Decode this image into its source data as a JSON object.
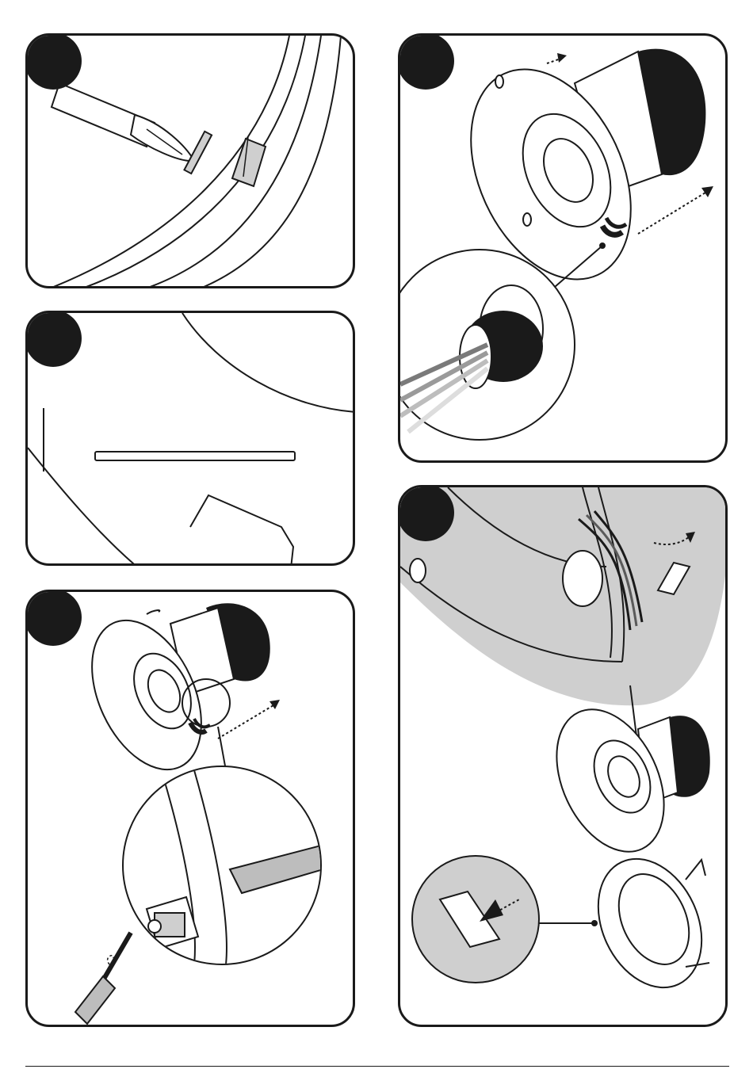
{
  "document": {
    "type": "installation-instructions",
    "panels": [
      {
        "id": "panel-1",
        "step_badge": "",
        "depicts": "flat-screwdriver-releasing-clip"
      },
      {
        "id": "panel-2",
        "step_badge": "",
        "depicts": "ring-edge-detail"
      },
      {
        "id": "panel-3",
        "step_badge": "",
        "depicts": "clamp-screw-with-screwdriver"
      },
      {
        "id": "panel-4",
        "step_badge": "",
        "depicts": "cable-grommet-closeup"
      },
      {
        "id": "panel-5",
        "step_badge": "",
        "depicts": "cable-routing-and-trim-ring"
      }
    ]
  },
  "colors": {
    "ink": "#1a1a1a",
    "highlight_grey": "#cfcfcf",
    "tape_grey": "#bdbdbd",
    "paper": "#ffffff"
  },
  "icons": [
    "flat-screwdriver-icon",
    "phillips-screwdriver-icon",
    "clip-icon",
    "cable-bundle-icon",
    "rotate-arrow-icon",
    "pull-arrow-icon"
  ]
}
